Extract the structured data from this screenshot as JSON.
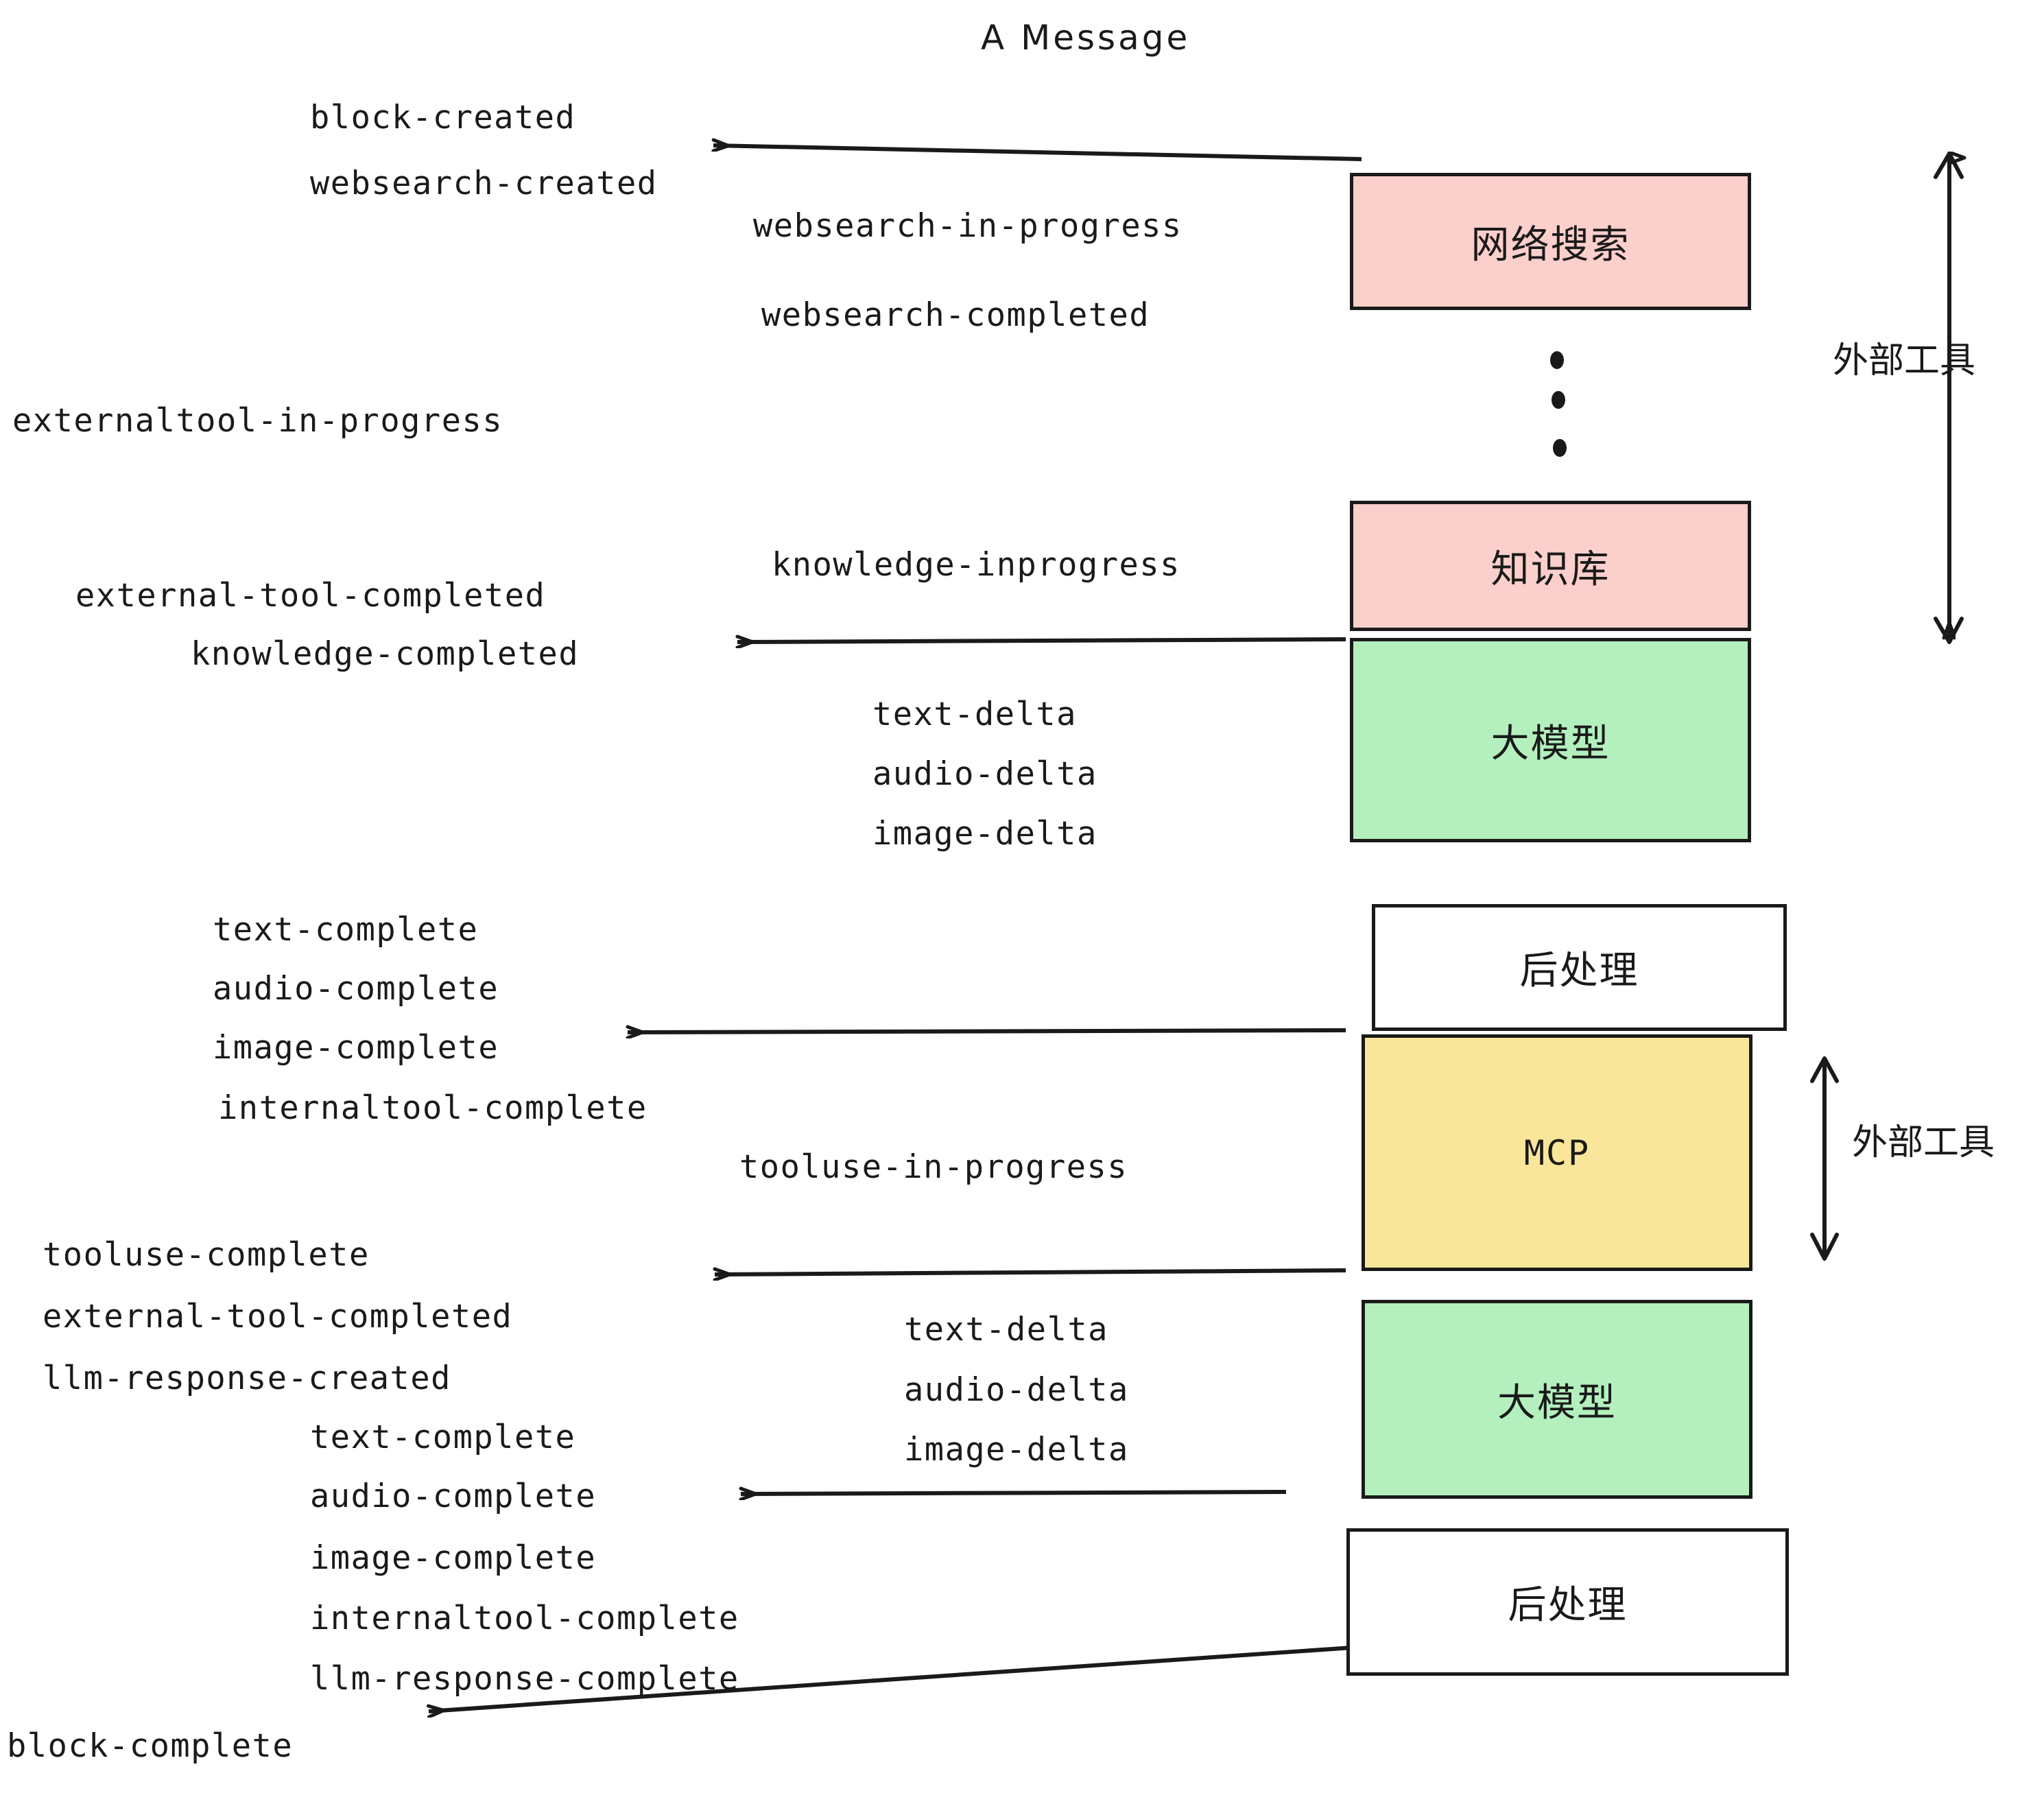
{
  "title": "A Message",
  "colors": {
    "stroke": "#1a1a1a",
    "pink": "#fbcfcb",
    "green": "#b3f0bd",
    "yellow": "#fae69a",
    "white": "#ffffff",
    "text": "#1a1a1a",
    "background": "#ffffff"
  },
  "nodes": [
    {
      "id": "websearch",
      "label": "网络搜索",
      "fill": "#fbcfcb",
      "script": "cjk"
    },
    {
      "id": "knowledge",
      "label": "知识库",
      "fill": "#fbcfcb",
      "script": "cjk"
    },
    {
      "id": "llm-1",
      "label": "大模型",
      "fill": "#b3f0bd",
      "script": "cjk"
    },
    {
      "id": "postproc-1",
      "label": "后处理",
      "fill": "#ffffff",
      "script": "cjk"
    },
    {
      "id": "mcp",
      "label": "MCP",
      "fill": "#fae69a",
      "script": "latin"
    },
    {
      "id": "llm-2",
      "label": "大模型",
      "fill": "#b3f0bd",
      "script": "cjk"
    },
    {
      "id": "postproc-2",
      "label": "后处理",
      "fill": "#ffffff",
      "script": "cjk"
    }
  ],
  "side_labels": [
    {
      "id": "external-tool-upper",
      "text": "外部工具"
    },
    {
      "id": "external-tool-lower",
      "text": "外部工具"
    }
  ],
  "events": [
    {
      "id": "e01",
      "text": "block-created"
    },
    {
      "id": "e02",
      "text": "websearch-created"
    },
    {
      "id": "e03",
      "text": "websearch-in-progress"
    },
    {
      "id": "e04",
      "text": "websearch-completed"
    },
    {
      "id": "e05",
      "text": "externaltool-in-progress"
    },
    {
      "id": "e06",
      "text": "knowledge-inprogress"
    },
    {
      "id": "e07",
      "text": "external-tool-completed"
    },
    {
      "id": "e08",
      "text": "knowledge-completed"
    },
    {
      "id": "e09",
      "text": "text-delta"
    },
    {
      "id": "e10",
      "text": "audio-delta"
    },
    {
      "id": "e11",
      "text": "image-delta"
    },
    {
      "id": "e12",
      "text": "text-complete"
    },
    {
      "id": "e13",
      "text": "audio-complete"
    },
    {
      "id": "e14",
      "text": "image-complete"
    },
    {
      "id": "e15",
      "text": "internaltool-complete"
    },
    {
      "id": "e16",
      "text": "tooluse-in-progress"
    },
    {
      "id": "e17",
      "text": "tooluse-complete"
    },
    {
      "id": "e18",
      "text": "external-tool-completed"
    },
    {
      "id": "e19",
      "text": "llm-response-created"
    },
    {
      "id": "e20",
      "text": "text-delta"
    },
    {
      "id": "e21",
      "text": "audio-delta"
    },
    {
      "id": "e22",
      "text": "image-delta"
    },
    {
      "id": "e23",
      "text": "text-complete"
    },
    {
      "id": "e24",
      "text": "audio-complete"
    },
    {
      "id": "e25",
      "text": "image-complete"
    },
    {
      "id": "e26",
      "text": "internaltool-complete"
    },
    {
      "id": "e27",
      "text": "llm-response-complete"
    },
    {
      "id": "e28",
      "text": "block-complete"
    }
  ],
  "ellipsis": {
    "dots": 3
  }
}
